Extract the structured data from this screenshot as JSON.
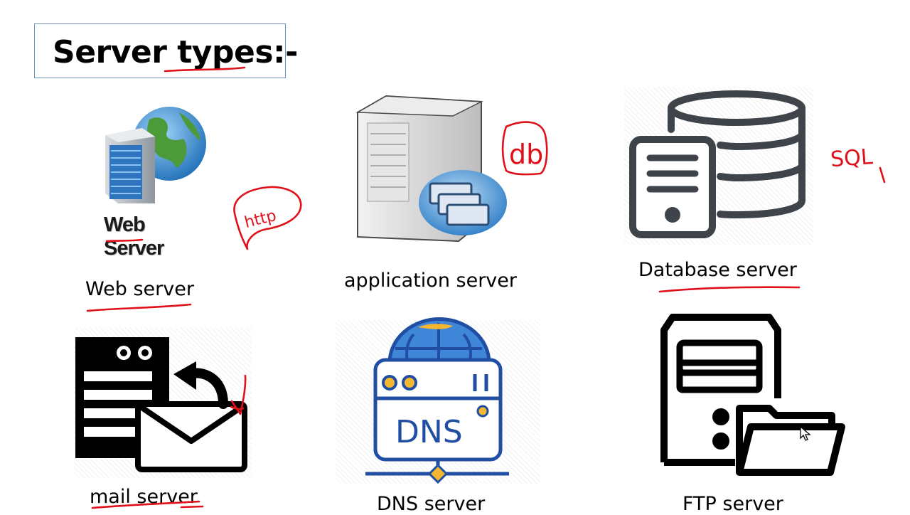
{
  "slide": {
    "title": "Server types:-",
    "items": [
      {
        "label": "Web server",
        "image_caption": "Web Server",
        "note": "http"
      },
      {
        "label": "application server",
        "note": "db"
      },
      {
        "label": "Database server",
        "note": "SQL"
      },
      {
        "label": "mail server"
      },
      {
        "label": "DNS server",
        "image_caption": "DNS"
      },
      {
        "label": "FTP server"
      }
    ]
  },
  "colors": {
    "annotation": "#e0101b",
    "title_border": "#6f8fb5",
    "dark_icon": "#3e4449",
    "dns_blue": "#1f4ea3",
    "dns_yellow": "#f5b731"
  }
}
